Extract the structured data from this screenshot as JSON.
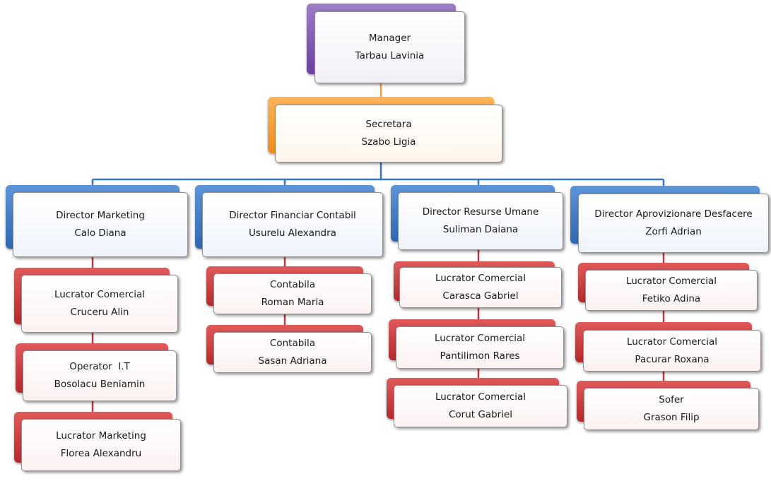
{
  "colors": {
    "manager": "#7a4fb0",
    "secretary": "#f39a2b",
    "directors": "#3a75c4",
    "staff": "#c0393b",
    "connector_top": "#f5a040",
    "connector_blue": "#3a75c4",
    "connector_red": "#c0393b"
  },
  "nodes": {
    "manager": {
      "role": "Manager",
      "name": "Tarbau Lavinia"
    },
    "secretary": {
      "role": "Secretara",
      "name": "Szabo Ligia"
    },
    "directors": [
      {
        "role": "Director Marketing",
        "name": "Calo Diana",
        "staff": [
          {
            "role": "Lucrator Comercial",
            "name": "Cruceru Alin"
          },
          {
            "role": "Operator  I.T",
            "name": "Bosolacu Beniamin"
          },
          {
            "role": "Lucrator Marketing",
            "name": "Florea Alexandru"
          }
        ]
      },
      {
        "role": "Director Financiar Contabil",
        "name": "Usurelu Alexandra",
        "staff": [
          {
            "role": "Contabila",
            "name": "Roman Maria"
          },
          {
            "role": "Contabila",
            "name": "Sasan Adriana"
          }
        ]
      },
      {
        "role": "Director Resurse Umane",
        "name": "Suliman Daiana",
        "staff": [
          {
            "role": "Lucrator Comercial",
            "name": "Carasca Gabriel"
          },
          {
            "role": "Lucrator Comercial",
            "name": "Pantilimon Rares"
          },
          {
            "role": "Lucrator Comercial",
            "name": "Corut Gabriel"
          }
        ]
      },
      {
        "role": "Director Aprovizionare Desfacere",
        "name": "Zorfi Adrian",
        "staff": [
          {
            "role": "Lucrator Comercial",
            "name": "Fetiko Adina"
          },
          {
            "role": "Lucrator Comercial",
            "name": "Pacurar Roxana"
          },
          {
            "role": "Sofer",
            "name": "Grason Filip"
          }
        ]
      }
    ]
  }
}
